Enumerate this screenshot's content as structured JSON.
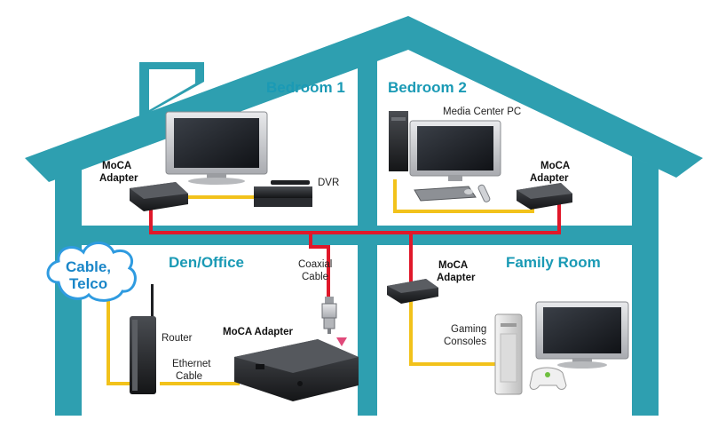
{
  "colors": {
    "house_outline": "#2e9fb0",
    "coax": "#e0182a",
    "ethernet": "#f2c21b",
    "cloud_border": "#2f9be0",
    "room_title": "#1a9ab5"
  },
  "rooms": {
    "bedroom1": "Bedroom 1",
    "bedroom2": "Bedroom 2",
    "den": "Den/Office",
    "family": "Family Room"
  },
  "cloud": {
    "line1": "Cable,",
    "line2": "Telco"
  },
  "labels": {
    "moca1_l1": "MoCA",
    "moca1_l2": "Adapter",
    "dvr": "DVR",
    "media_pc": "Media Center PC",
    "moca2_l1": "MoCA",
    "moca2_l2": "Adapter",
    "coax_l1": "Coaxial",
    "coax_l2": "Cable",
    "moca3_l1": "MoCA",
    "moca3_l2": "Adapter",
    "router": "Router",
    "moca_main": "MoCA Adapter",
    "eth_l1": "Ethernet",
    "eth_l2": "Cable",
    "gaming_l1": "Gaming",
    "gaming_l2": "Consoles"
  },
  "icons": [
    "tv-icon",
    "dvr-icon",
    "pc-tower-icon",
    "monitor-icon",
    "keyboard-icon",
    "mouse-icon",
    "remote-icon",
    "router-icon",
    "moca-adapter-icon",
    "coax-connector-icon",
    "game-console-icon",
    "gamepad-icon",
    "cloud-icon"
  ]
}
